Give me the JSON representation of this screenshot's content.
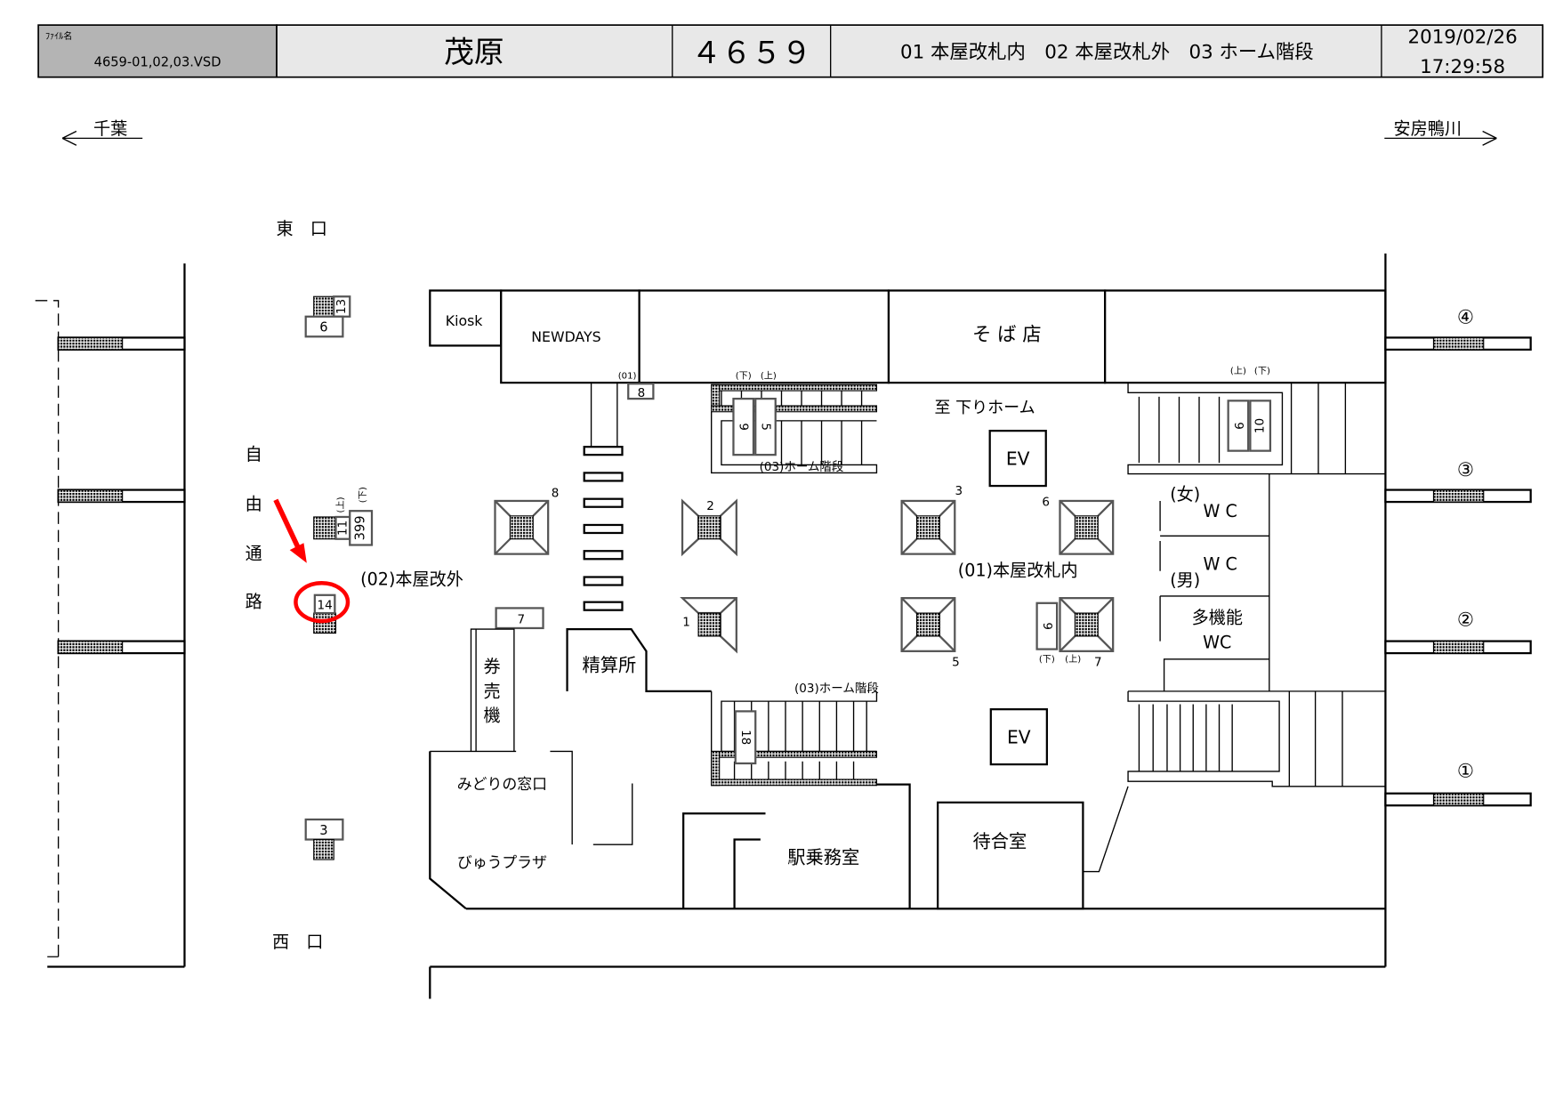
{
  "header": {
    "file_label": "ﾌｧｲﾙ名",
    "file_name": "4659-01,02,03.VSD",
    "station": "茂原",
    "station_code": "４６５９",
    "sections": "01 本屋改札内　02 本屋改札外　03 ホーム階段",
    "date": "2019/02/26",
    "time": "17:29:58"
  },
  "colors": {
    "highlight": "#ff0000",
    "header_gray": "#b4b4b4",
    "header_light": "#e8e8e8"
  },
  "directions": {
    "left": "千葉",
    "right": "安房鴨川"
  },
  "exits": {
    "east": "東　口",
    "west": "西　口"
  },
  "passage": [
    "自",
    "由",
    "通",
    "路"
  ],
  "areas": {
    "outside_gate": "(02)本屋改外",
    "inside_gate": "(01)本屋改札内",
    "stairs_label": "(03)ホーム階段",
    "to_down_platform": "至 下りホーム",
    "marker_01": "(01)"
  },
  "rooms": {
    "kiosk": "Kiosk",
    "newdays": "NEWDAYS",
    "soba": "そ ば 店",
    "ev": "EV",
    "wc_female_tag": "(女)",
    "wc_male_tag": "(男)",
    "wc": "W C",
    "multi": "多機能",
    "multi_wc": "WC",
    "ticket_machine": [
      "券",
      "売",
      "機"
    ],
    "fare_adjust": "精算所",
    "midori": "みどりの窓口",
    "view_plaza": "びゅうプラザ",
    "staff_room": "駅乗務室",
    "waiting_room": "待合室"
  },
  "platforms": [
    "④",
    "③",
    "②",
    "①"
  ],
  "tags": {
    "up": "(上)",
    "down": "(下)",
    "t13": "13",
    "t6": "6",
    "t11": "11",
    "t399": "399",
    "t14": "14",
    "t3": "3",
    "t8": "8",
    "t7": "7",
    "t9": "9",
    "t5": "5",
    "t10": "10",
    "t18": "18",
    "esc8": "8",
    "esc2": "2",
    "esc1": "1",
    "esc3": "3",
    "esc6": "6",
    "esc5": "5",
    "esc7": "7"
  }
}
